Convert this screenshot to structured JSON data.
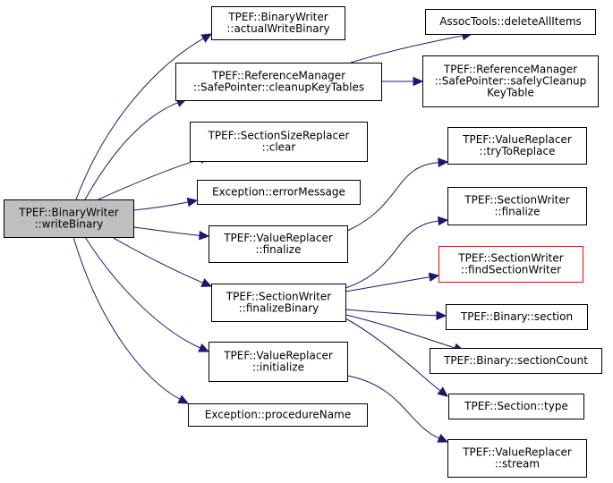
{
  "nodes": {
    "writeBinary": {
      "lines": [
        "TPEF::BinaryWriter",
        "::writeBinary"
      ]
    },
    "actualWriteBinary": {
      "lines": [
        "TPEF::BinaryWriter",
        "::actualWriteBinary"
      ]
    },
    "cleanupKeyTables": {
      "lines": [
        "TPEF::ReferenceManager",
        "::SafePointer::cleanupKeyTables"
      ]
    },
    "sectionSizeClear": {
      "lines": [
        "TPEF::SectionSizeReplacer",
        "::clear"
      ]
    },
    "errorMessage": {
      "lines": [
        "Exception::errorMessage"
      ]
    },
    "valueReplacerFinalize": {
      "lines": [
        "TPEF::ValueReplacer",
        "::finalize"
      ]
    },
    "finalizeBinary": {
      "lines": [
        "TPEF::SectionWriter",
        "::finalizeBinary"
      ]
    },
    "valueReplacerInitialize": {
      "lines": [
        "TPEF::ValueReplacer",
        "::initialize"
      ]
    },
    "procedureName": {
      "lines": [
        "Exception::procedureName"
      ]
    },
    "deleteAllItems": {
      "lines": [
        "AssocTools::deleteAllItems"
      ]
    },
    "safelyCleanupKeyTable": {
      "lines": [
        "TPEF::ReferenceManager",
        "::SafePointer::safelyCleanup",
        "KeyTable"
      ]
    },
    "tryToReplace": {
      "lines": [
        "TPEF::ValueReplacer",
        "::tryToReplace"
      ]
    },
    "sectionWriterFinalize": {
      "lines": [
        "TPEF::SectionWriter",
        "::finalize"
      ]
    },
    "findSectionWriter": {
      "lines": [
        "TPEF::SectionWriter",
        "::findSectionWriter"
      ]
    },
    "binarySection": {
      "lines": [
        "TPEF::Binary::section"
      ]
    },
    "binarySectionCount": {
      "lines": [
        "TPEF::Binary::sectionCount"
      ]
    },
    "sectionType": {
      "lines": [
        "TPEF::Section::type"
      ]
    },
    "valueReplacerStream": {
      "lines": [
        "TPEF::ValueReplacer",
        "::stream"
      ]
    }
  },
  "edges": [
    {
      "from": "writeBinary",
      "to": "actualWriteBinary"
    },
    {
      "from": "writeBinary",
      "to": "cleanupKeyTables"
    },
    {
      "from": "writeBinary",
      "to": "sectionSizeClear"
    },
    {
      "from": "writeBinary",
      "to": "errorMessage"
    },
    {
      "from": "writeBinary",
      "to": "valueReplacerFinalize"
    },
    {
      "from": "writeBinary",
      "to": "finalizeBinary"
    },
    {
      "from": "writeBinary",
      "to": "valueReplacerInitialize"
    },
    {
      "from": "writeBinary",
      "to": "procedureName"
    },
    {
      "from": "cleanupKeyTables",
      "to": "deleteAllItems"
    },
    {
      "from": "cleanupKeyTables",
      "to": "safelyCleanupKeyTable"
    },
    {
      "from": "valueReplacerFinalize",
      "to": "tryToReplace"
    },
    {
      "from": "finalizeBinary",
      "to": "sectionWriterFinalize"
    },
    {
      "from": "finalizeBinary",
      "to": "findSectionWriter"
    },
    {
      "from": "finalizeBinary",
      "to": "binarySection"
    },
    {
      "from": "finalizeBinary",
      "to": "binarySectionCount"
    },
    {
      "from": "finalizeBinary",
      "to": "sectionType"
    },
    {
      "from": "valueReplacerInitialize",
      "to": "valueReplacerStream"
    }
  ],
  "colors": {
    "edge": "#191970",
    "root_fill": "#bfbfbf",
    "highlight_border": "#ff0000",
    "node_border": "#000000"
  }
}
